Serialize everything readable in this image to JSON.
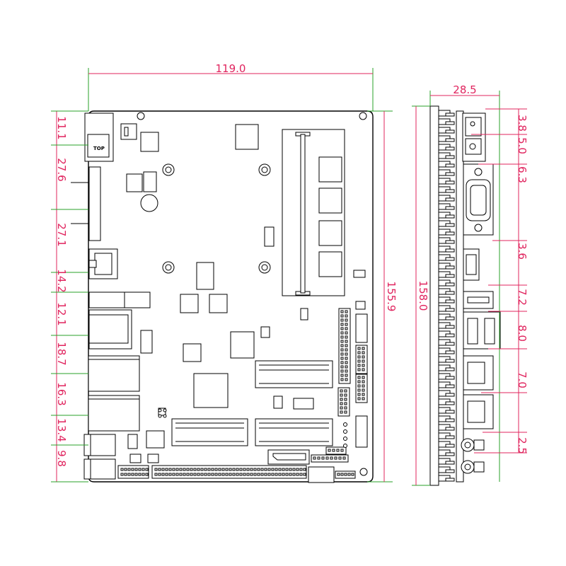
{
  "front_view": {
    "width_label": "119.0",
    "height_label": "155.9",
    "top_marker": "TOP",
    "left_spacing_labels": [
      "11.1",
      "27.6",
      "27.1",
      "14.2",
      "12.1",
      "18.7",
      "16.3",
      "13.4",
      "9.8"
    ]
  },
  "side_view": {
    "thickness_label": "28.5",
    "height_label": "158.0",
    "right_spacing_labels": [
      "3.8",
      "5.0",
      "6.3",
      "3.6",
      "7.2",
      "8.0",
      "7.0",
      "2.5"
    ]
  },
  "colors": {
    "dimension": "#e0245e",
    "extension": "#2aa12a",
    "outline": "#000000"
  }
}
